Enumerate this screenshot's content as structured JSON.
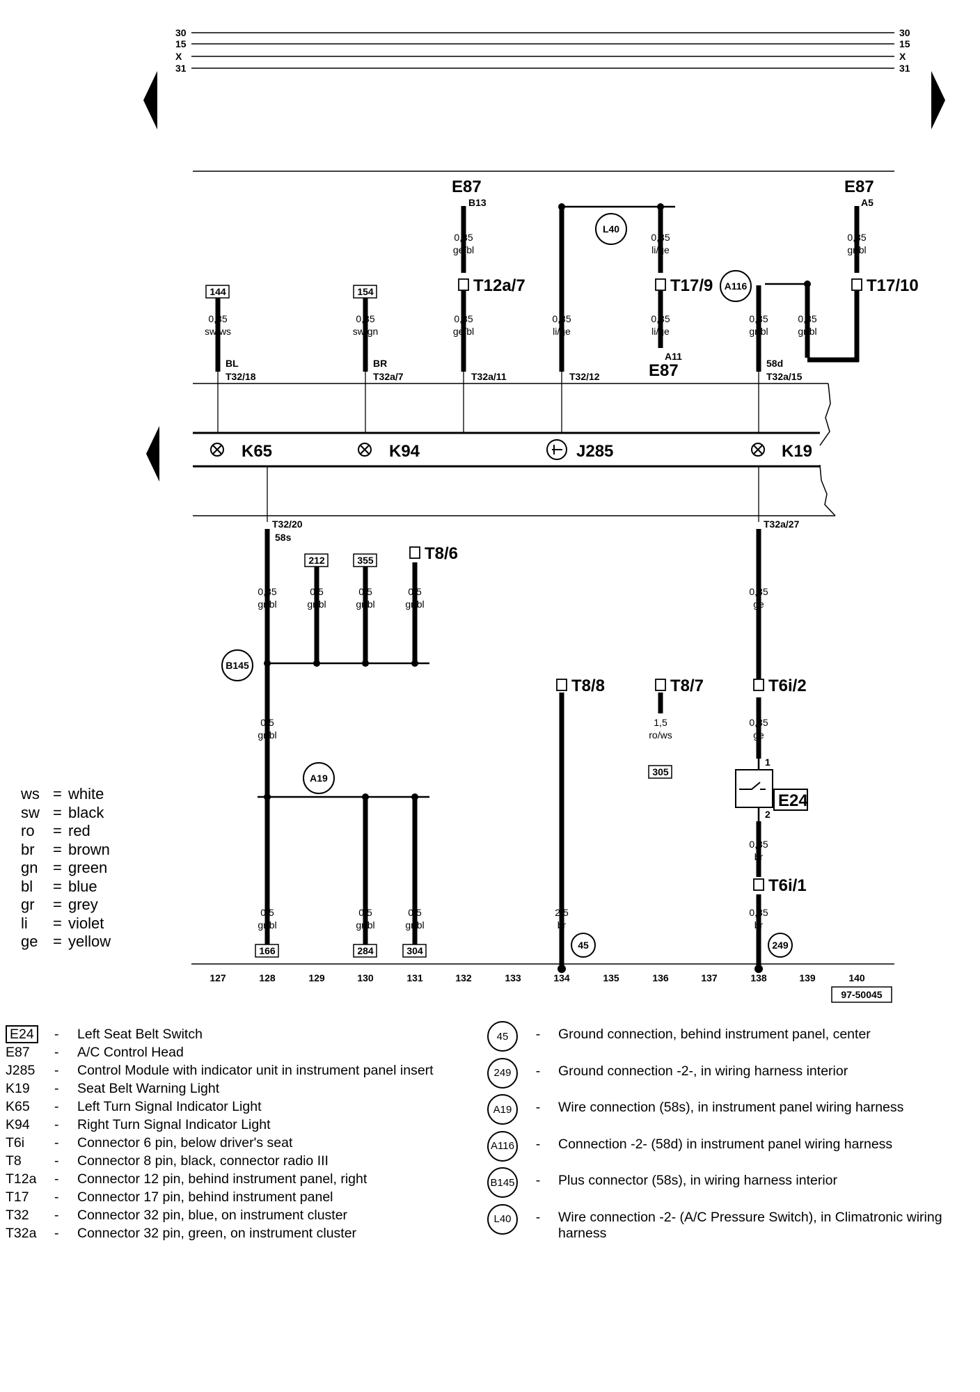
{
  "rails": [
    "30",
    "15",
    "X",
    "31"
  ],
  "components": {
    "e87_top_left": {
      "name": "E87",
      "pin": "B13"
    },
    "e87_top_right": {
      "name": "E87",
      "pin": "A5"
    },
    "e87_mid": {
      "name": "E87",
      "pin": "A11"
    },
    "k65": "K65",
    "k94": "K94",
    "j285": "J285",
    "k19": "K19",
    "e24": "E24"
  },
  "refs": {
    "r144": "144",
    "r154": "154",
    "r212": "212",
    "r355": "355",
    "r305": "305",
    "r166": "166",
    "r284": "284",
    "r304": "304"
  },
  "circles": {
    "l40": "L40",
    "a116": "A116",
    "b145": "B145",
    "a19": "A19",
    "g45": "45",
    "g249": "249"
  },
  "connectors": {
    "t12a_7": "T12a/7",
    "t17_9": "T17/9",
    "t17_10": "T17/10",
    "t8_6": "T8/6",
    "t8_8": "T8/8",
    "t8_7": "T8/7",
    "t6i_2": "T6i/2",
    "t6i_1": "T6i/1",
    "t32_18": "T32/18",
    "t32a_7": "T32a/7",
    "t32a_11": "T32a/11",
    "t32_12": "T32/12",
    "t32a_15": "T32a/15",
    "t32_20": "T32/20",
    "t32a_27": "T32a/27"
  },
  "pin_labels": {
    "bl": "BL",
    "br": "BR",
    "p58d": "58d",
    "p58s": "58s",
    "e24_1": "1",
    "e24_2": "2"
  },
  "wires": {
    "w1": [
      "0,35",
      "sw/ws"
    ],
    "w2": [
      "0,35",
      "sw/gn"
    ],
    "w3a": [
      "0,35",
      "ge/bl"
    ],
    "w3b": [
      "0,35",
      "ge/bl"
    ],
    "w4": [
      "0,35",
      "li/ge"
    ],
    "w5a": [
      "0,35",
      "li/ge"
    ],
    "w5b": [
      "0,35",
      "li/ge"
    ],
    "w6": [
      "0,35",
      "gr/bl"
    ],
    "w7": [
      "0,35",
      "gr/bl"
    ],
    "w8": [
      "0,35",
      "gr/bl"
    ],
    "w9": [
      "0,35",
      "gr/bl"
    ],
    "w10": [
      "0,5",
      "gr/bl"
    ],
    "w11": [
      "0,5",
      "gr/bl"
    ],
    "w12": [
      "0,5",
      "gr/bl"
    ],
    "w13": [
      "0,35",
      "ge"
    ],
    "w14": [
      "0,5",
      "gr/bl"
    ],
    "w15": [
      "1,5",
      "ro/ws"
    ],
    "w16": [
      "0,35",
      "ge"
    ],
    "w17": [
      "0,35",
      "br"
    ],
    "w18": [
      "0,5",
      "gr/bl"
    ],
    "w19": [
      "0,5",
      "gr/bl"
    ],
    "w20": [
      "0,5",
      "gr/bl"
    ],
    "w21": [
      "2,5",
      "br"
    ],
    "w22": [
      "0,35",
      "br"
    ]
  },
  "columns": [
    "127",
    "128",
    "129",
    "130",
    "131",
    "132",
    "133",
    "134",
    "135",
    "136",
    "137",
    "138",
    "139",
    "140"
  ],
  "doc_id": "97-50045",
  "color_key": [
    {
      "abbr": "ws",
      "name": "white"
    },
    {
      "abbr": "sw",
      "name": "black"
    },
    {
      "abbr": "ro",
      "name": "red"
    },
    {
      "abbr": "br",
      "name": "brown"
    },
    {
      "abbr": "gn",
      "name": "green"
    },
    {
      "abbr": "bl",
      "name": "blue"
    },
    {
      "abbr": "gr",
      "name": "grey"
    },
    {
      "abbr": "li",
      "name": "violet"
    },
    {
      "abbr": "ge",
      "name": "yellow"
    }
  ],
  "legend_components": [
    {
      "code": "E24",
      "desc": "Left Seat Belt Switch"
    },
    {
      "code": "E87",
      "desc": "A/C Control Head"
    },
    {
      "code": "J285",
      "desc": "Control Module with indicator unit in instrument panel insert"
    },
    {
      "code": "K19",
      "desc": "Seat Belt Warning Light"
    },
    {
      "code": "K65",
      "desc": "Left Turn Signal Indicator Light"
    },
    {
      "code": "K94",
      "desc": "Right Turn Signal Indicator Light"
    },
    {
      "code": "T6i",
      "desc": "Connector 6 pin, below driver's seat"
    },
    {
      "code": "T8",
      "desc": "Connector 8 pin, black, connector radio III"
    },
    {
      "code": "T12a",
      "desc": "Connector 12 pin, behind instrument panel, right"
    },
    {
      "code": "T17",
      "desc": "Connector 17 pin, behind instrument panel"
    },
    {
      "code": "T32",
      "desc": "Connector 32 pin, blue, on instrument cluster"
    },
    {
      "code": "T32a",
      "desc": "Connector 32 pin, green, on instrument cluster"
    }
  ],
  "legend_grounds": [
    {
      "code": "45",
      "desc": "Ground connection, behind instrument panel, center"
    },
    {
      "code": "249",
      "desc": "Ground connection -2-, in wiring harness interior"
    },
    {
      "code": "A19",
      "desc": "Wire connection (58s), in instrument panel wiring harness"
    },
    {
      "code": "A116",
      "desc": "Connection -2- (58d) in instrument panel wiring harness"
    },
    {
      "code": "B145",
      "desc": "Plus connector (58s), in wiring harness interior"
    },
    {
      "code": "L40",
      "desc": "Wire connection -2- (A/C Pressure Switch), in Climatronic wiring harness"
    }
  ]
}
